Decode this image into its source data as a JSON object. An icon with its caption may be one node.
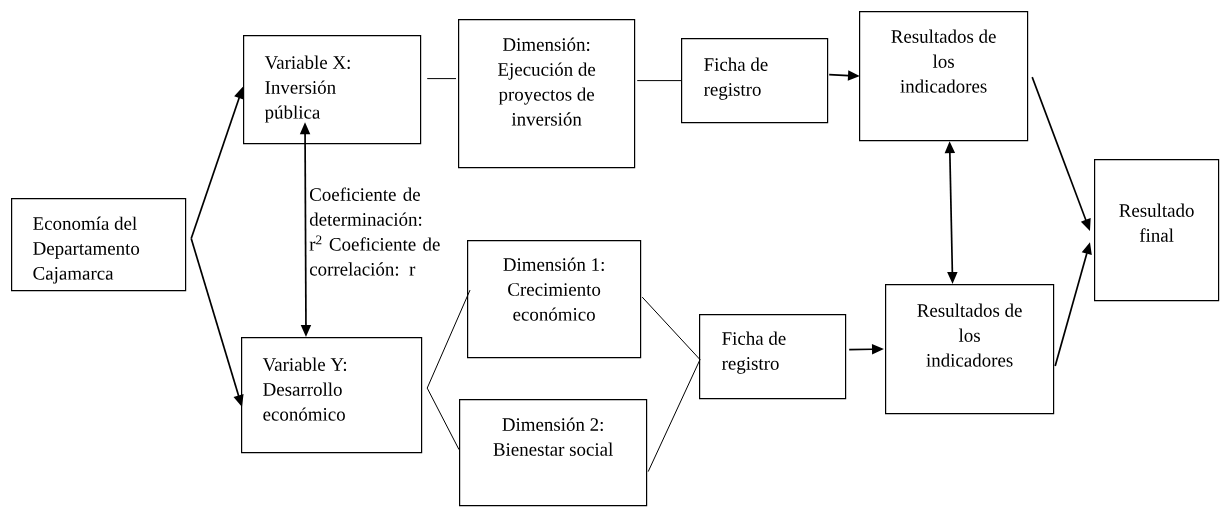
{
  "diagram": {
    "nodes": [
      {
        "text": [
          "Economía del Departamento Cajamarca"
        ]
      },
      {
        "text": [
          "Variable X: Inversión pública"
        ]
      },
      {
        "text": [
          "Dimensión: Ejecución de proyectos de inversión"
        ]
      },
      {
        "text": [
          "Ficha de registro"
        ]
      },
      {
        "text": [
          "Resultados de los indicadores"
        ]
      },
      {
        "text": [
          "Resultado final"
        ]
      },
      {
        "text": [
          "Dimensión 1: Crecimiento económico"
        ]
      },
      {
        "text": [
          "Ficha de registro"
        ]
      },
      {
        "text": [
          "Resultados de los indicadores"
        ]
      },
      {
        "text": [
          "Variable Y: Desarrollo económico"
        ]
      },
      {
        "text": [
          "Dimensión 2: Bienestar social"
        ]
      }
    ],
    "edges": [
      {
        "from": 0,
        "to": 1,
        "arrow": "to"
      },
      {
        "from": 0,
        "to": 9,
        "arrow": "to"
      },
      {
        "from": 1,
        "to": 9,
        "arrow": "both",
        "label": "Coeficiente de determinación: r$^{2}$ Coeficiente de correlación: r"
      },
      {
        "from": 1,
        "to": 2,
        "arrow": "none"
      },
      {
        "from": 2,
        "to": 3,
        "arrow": "none"
      },
      {
        "from": 3,
        "to": 4,
        "arrow": "to"
      },
      {
        "from": 4,
        "to": 5,
        "arrow": "to"
      },
      {
        "from": 4,
        "to": 8,
        "arrow": "both"
      },
      {
        "from": 9,
        "to": 6,
        "arrow": "none"
      },
      {
        "from": 9,
        "to": 10,
        "arrow": "none"
      },
      {
        "from": 6,
        "to": 7,
        "arrow": "none"
      },
      {
        "from": 10,
        "to": 7,
        "arrow": "none"
      },
      {
        "from": 7,
        "to": 8,
        "arrow": "to"
      },
      {
        "from": 8,
        "to": 5,
        "arrow": "to"
      }
    ]
  }
}
